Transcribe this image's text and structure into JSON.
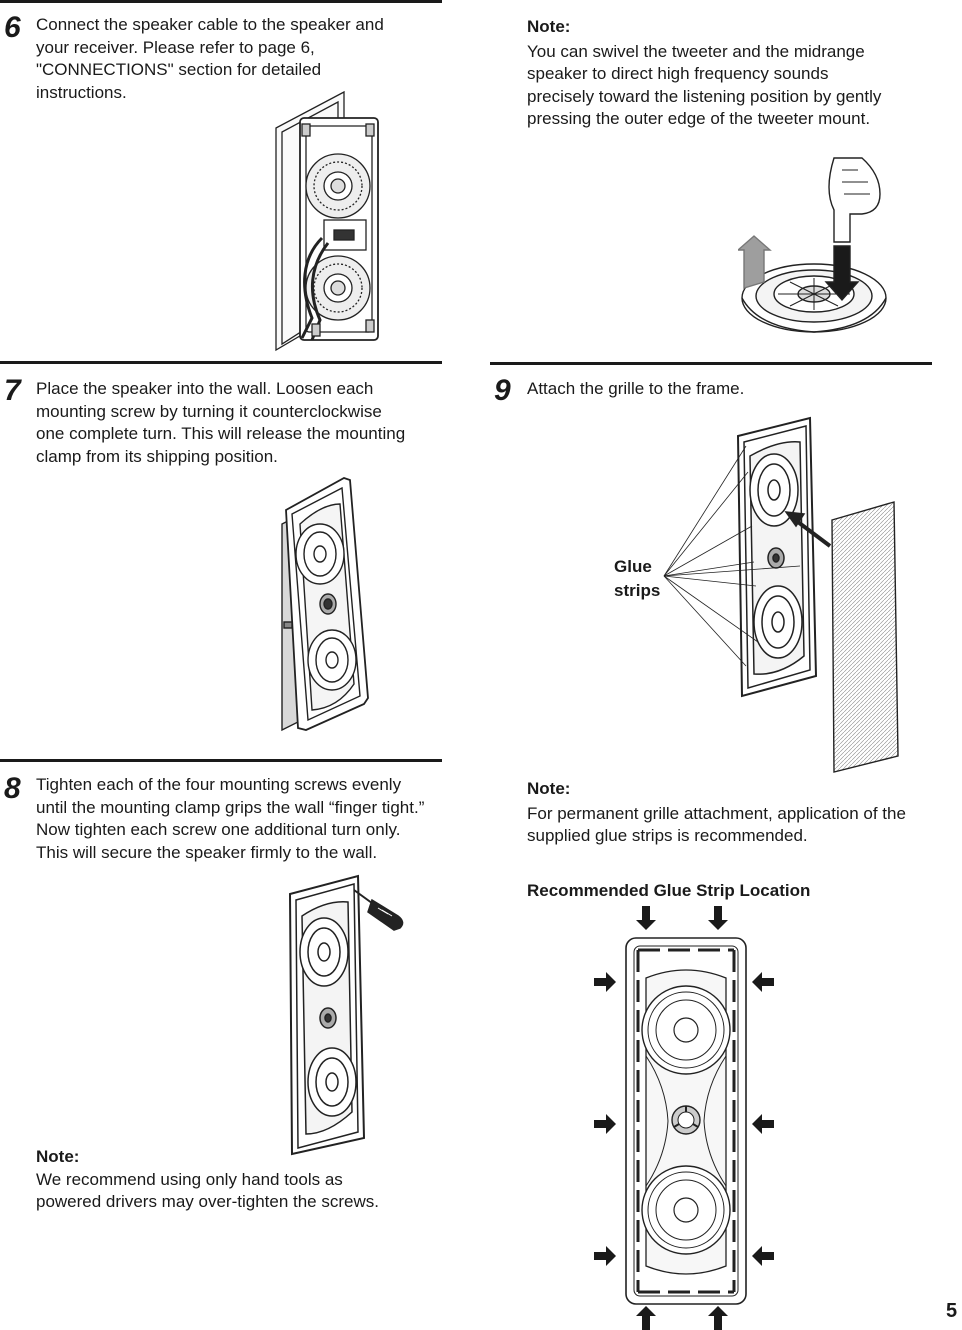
{
  "page_number": "5",
  "step6": {
    "number": "6",
    "lines": [
      "Connect the speaker cable to the speaker and",
      "your receiver. Please refer to page 6,",
      "\"CONNECTIONS\" section for detailed",
      "instructions."
    ]
  },
  "note_swivel": {
    "label": "Note:",
    "lines": [
      "You can swivel the tweeter and the midrange",
      "speaker to direct high frequency sounds",
      "precisely toward the listening position by gently",
      "pressing the outer edge of the tweeter mount."
    ]
  },
  "step7": {
    "number": "7",
    "lines": [
      "Place the speaker into the wall. Loosen each",
      "mounting screw by turning it counterclockwise",
      "one complete turn. This will release the mounting",
      "clamp from its shipping position."
    ]
  },
  "step9": {
    "number": "9",
    "text": "Attach the grille to the frame.",
    "glue_label_1": "Glue",
    "glue_label_2": "strips"
  },
  "step8": {
    "number": "8",
    "lines": [
      "Tighten each of the four mounting screws evenly",
      "until the mounting clamp grips the wall “finger tight.”",
      "Now tighten each screw one additional turn only.",
      "This will secure the speaker firmly to the wall."
    ]
  },
  "note_tools": {
    "label": "Note:",
    "lines": [
      "We recommend using only hand tools as",
      "powered drivers may over-tighten the screws."
    ]
  },
  "note_grille": {
    "label": "Note:",
    "lines": [
      "For permanent grille attachment, application of the",
      "supplied glue strips is recommended."
    ]
  },
  "glue_location_title": "Recommended Glue Strip Location"
}
